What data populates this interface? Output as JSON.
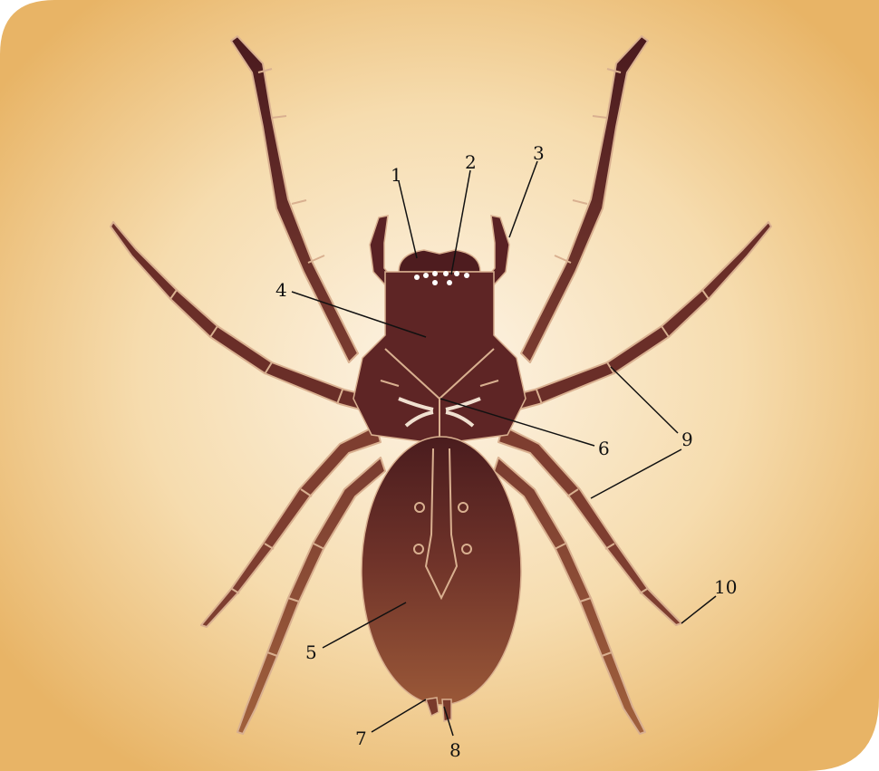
{
  "colors": {
    "panel_center": "#fdf4e6",
    "panel_edge": "#e8b466",
    "body_dark": "#5c2626",
    "body_light": "#9a5838",
    "segment_lines": "#d9b090",
    "eyes": "#ffffff"
  },
  "labels": [
    {
      "id": "label-1",
      "text": "1"
    },
    {
      "id": "label-2",
      "text": "2"
    },
    {
      "id": "label-3",
      "text": "3"
    },
    {
      "id": "label-4",
      "text": "4"
    },
    {
      "id": "label-5",
      "text": "5"
    },
    {
      "id": "label-6",
      "text": "6"
    },
    {
      "id": "label-7",
      "text": "7"
    },
    {
      "id": "label-8",
      "text": "8"
    },
    {
      "id": "label-9",
      "text": "9"
    },
    {
      "id": "label-10",
      "text": "10"
    }
  ]
}
